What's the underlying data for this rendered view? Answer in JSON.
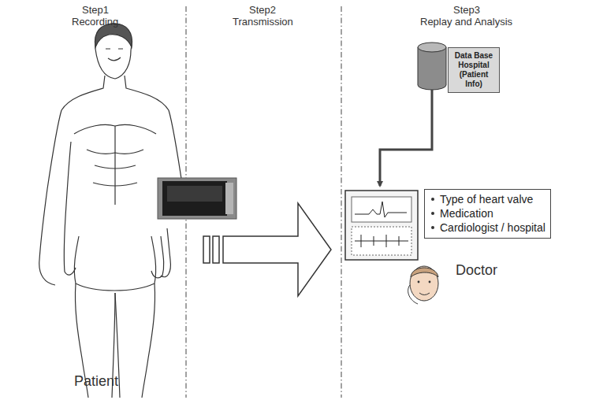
{
  "diagram": {
    "nodes": [
      {
        "text": [
          "Data Base Hospital (Patient Info)"
        ]
      },
      {
        "text": [
          "Type of heart valve",
          "Medication",
          "Cardiologist / hospital"
        ]
      }
    ],
    "labels": [
      "Step1",
      "Recording",
      "Step2",
      "Transmission",
      "Step3",
      "Replay and Analysis",
      "Patient",
      "Doctor"
    ]
  }
}
